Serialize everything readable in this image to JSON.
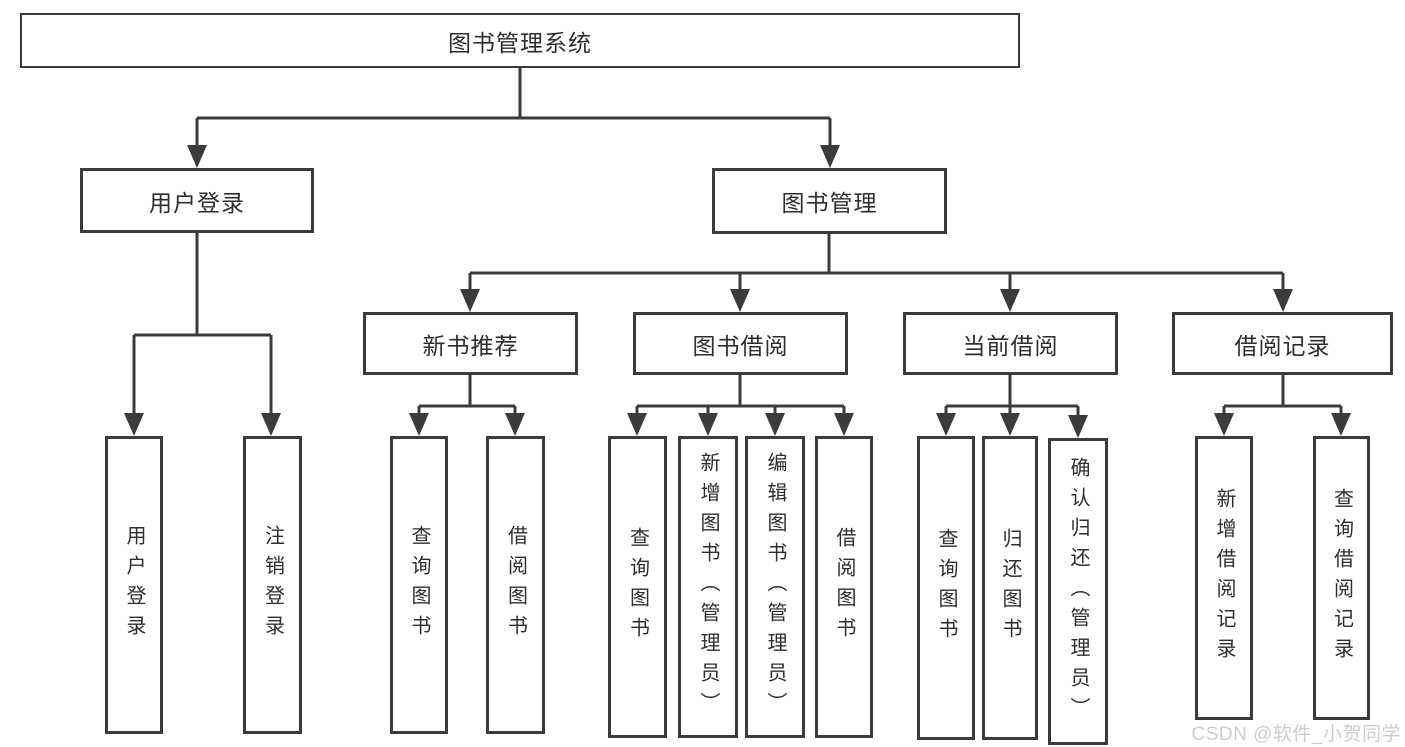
{
  "tree": {
    "label": "图书管理系统",
    "children": [
      {
        "label": "用户登录",
        "children": [
          {
            "label": "用户登录"
          },
          {
            "label": "注销登录"
          }
        ]
      },
      {
        "label": "图书管理",
        "children": [
          {
            "label": "新书推荐",
            "children": [
              {
                "label": "查询图书"
              },
              {
                "label": "借阅图书"
              }
            ]
          },
          {
            "label": "图书借阅",
            "children": [
              {
                "label": "查询图书"
              },
              {
                "label": "新增图书（管理员）"
              },
              {
                "label": "编辑图书（管理员）"
              },
              {
                "label": "借阅图书"
              }
            ]
          },
          {
            "label": "当前借阅",
            "children": [
              {
                "label": "查询图书"
              },
              {
                "label": "归还图书"
              },
              {
                "label": "确认归还（管理员）"
              }
            ]
          },
          {
            "label": "借阅记录",
            "children": [
              {
                "label": "新增借阅记录"
              },
              {
                "label": "查询借阅记录"
              }
            ]
          }
        ]
      }
    ]
  },
  "watermark": {
    "text": "CSDN @软件_小贺同学"
  },
  "colors": {
    "line": "#3b3b3b",
    "box_border": "#3b3b3b",
    "text": "#2e2e2e",
    "watermark_text": "#c9c9c9",
    "background": "#ffffff"
  }
}
